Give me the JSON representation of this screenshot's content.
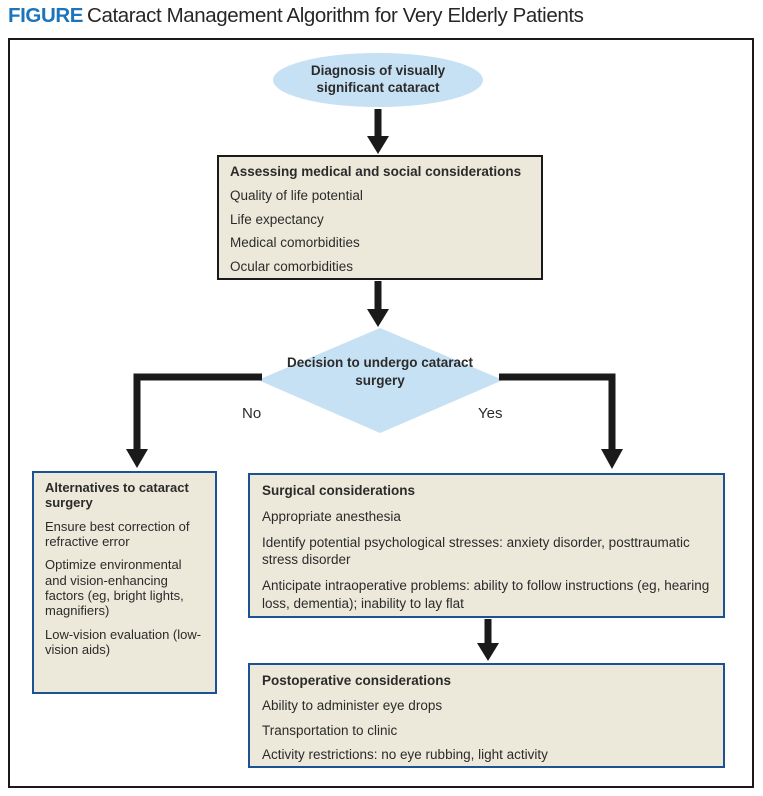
{
  "title": {
    "label": "FIGURE",
    "text": "Cataract Management Algorithm for Very Elderly Patients"
  },
  "colors": {
    "title_blue": "#1C75BC",
    "node_fill_blue": "#C7E1F4",
    "box_fill_beige": "#ECE8DA",
    "box_border_blue": "#1B5291",
    "box_border_black": "#1A1A1A",
    "arrow_black": "#1A1A1A"
  },
  "flowchart": {
    "diagnosis": {
      "text": "Diagnosis of visually significant cataract"
    },
    "assessing": {
      "title": "Assessing medical and social considerations",
      "items": [
        "Quality of life potential",
        "Life expectancy",
        "Medical comorbidities",
        "Ocular comorbidities"
      ]
    },
    "decision": {
      "text": "Decision to undergo cataract surgery",
      "no_label": "No",
      "yes_label": "Yes"
    },
    "alternatives": {
      "title": "Alternatives to cataract surgery",
      "items": [
        "Ensure best correction of refractive error",
        "Optimize environmental and vision-enhancing factors (eg, bright lights, magnifiers)",
        "Low-vision evaluation (low-vision aids)"
      ]
    },
    "surgical": {
      "title": "Surgical considerations",
      "items": [
        "Appropriate anesthesia",
        "Identify potential psychological stresses: anxiety disorder, posttraumatic stress disorder",
        "Anticipate intraoperative problems: ability to follow instructions (eg, hearing loss, dementia); inability to lay flat"
      ]
    },
    "postoperative": {
      "title": "Postoperative considerations",
      "items": [
        "Ability to administer eye drops",
        "Transportation to clinic",
        "Activity restrictions: no eye rubbing, light activity"
      ]
    }
  }
}
